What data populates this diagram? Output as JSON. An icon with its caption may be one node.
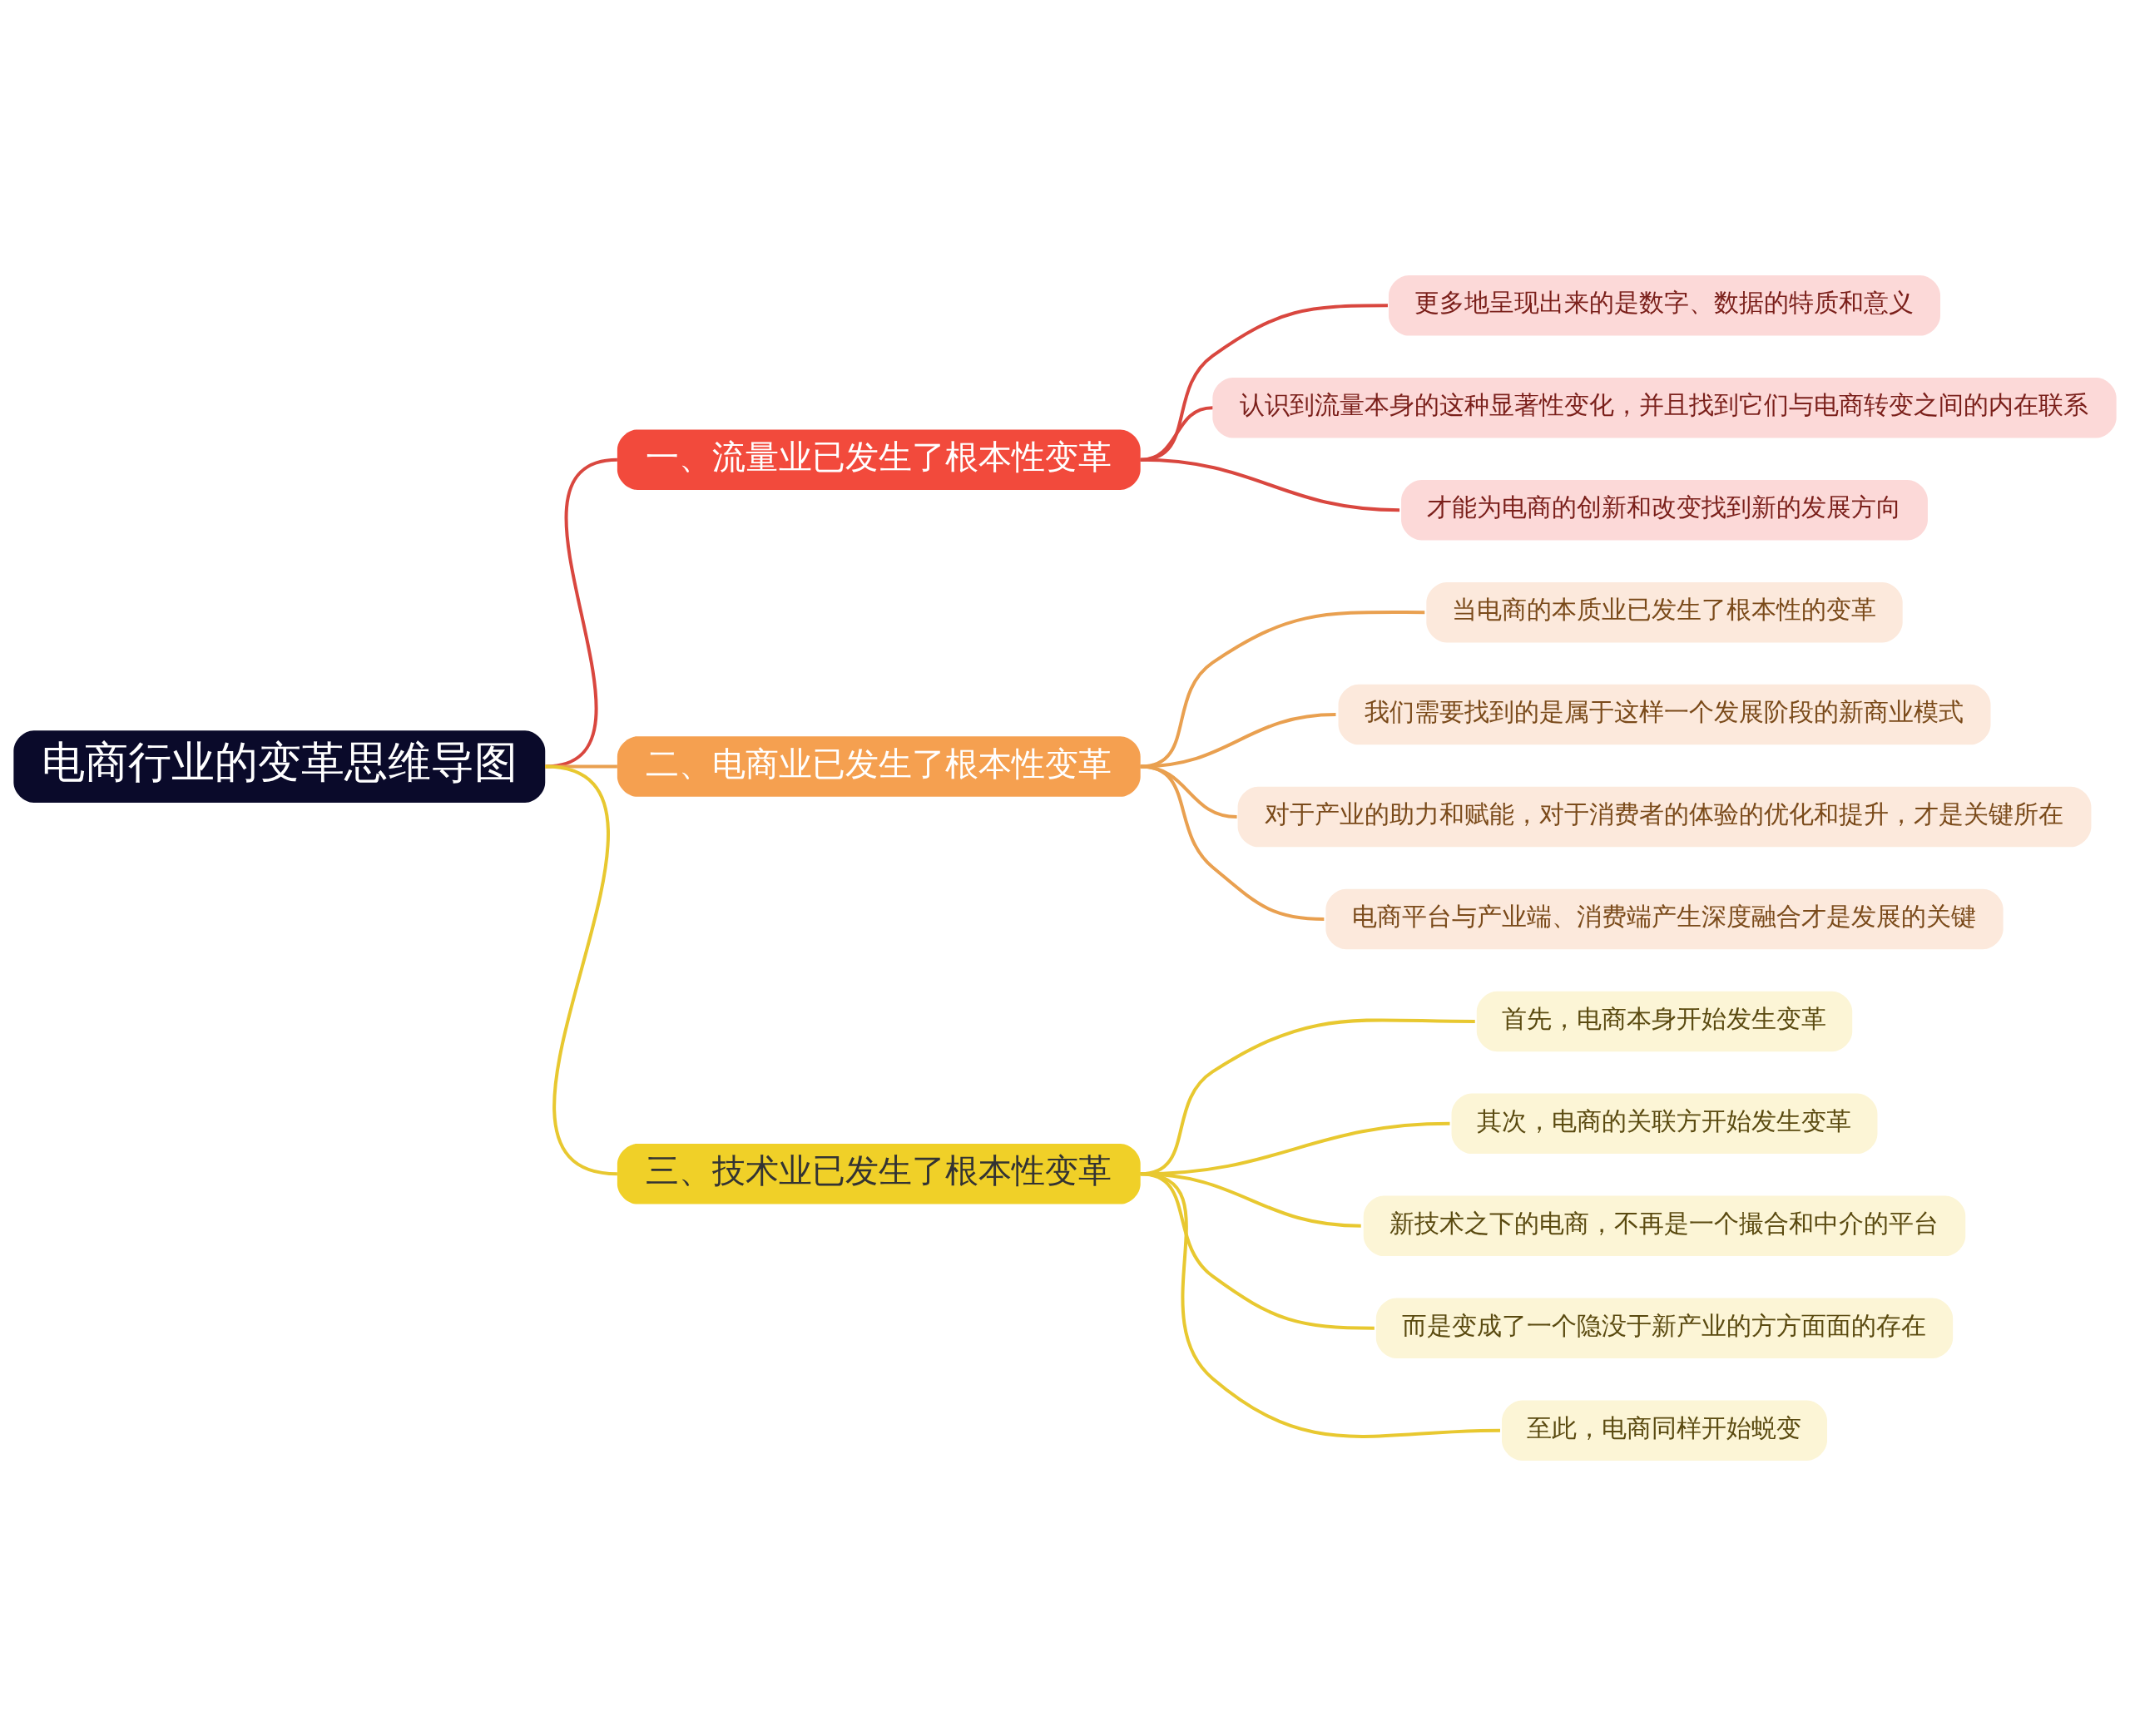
{
  "diagram": {
    "nodes": [
      {
        "text": [
          "电商行业的变革思维导图"
        ]
      },
      {
        "text": [
          "一、流量业已发生了根本性变革"
        ]
      },
      {
        "text": [
          "更多地呈现出来的是数字、数据的特质和意义"
        ]
      },
      {
        "text": [
          "认识到流量本身的这种显著性变化，并且找到它们与电商转变之间的内在联系"
        ]
      },
      {
        "text": [
          "才能为电商的创新和改变找到新的发展方向"
        ]
      },
      {
        "text": [
          "二、电商业已发生了根本性变革"
        ]
      },
      {
        "text": [
          "当电商的本质业已发生了根本性的变革"
        ]
      },
      {
        "text": [
          "我们需要找到的是属于这样一个发展阶段的新商业模式"
        ]
      },
      {
        "text": [
          "对于产业的助力和赋能，对于消费者的体验的优化和提升，才是关键所在"
        ]
      },
      {
        "text": [
          "电商平台与产业端、消费端产生深度融合才是发展的关键"
        ]
      },
      {
        "text": [
          "三、技术业已发生了根本性变革"
        ]
      },
      {
        "text": [
          "首先，电商本身开始发生变革"
        ]
      },
      {
        "text": [
          "其次，电商的关联方开始发生变革"
        ]
      },
      {
        "text": [
          "新技术之下的电商，不再是一个撮合和中介的平台"
        ]
      },
      {
        "text": [
          "而是变成了一个隐没于新产业的方方面面的存在"
        ]
      },
      {
        "text": [
          "至此，电商同样开始蜕变"
        ]
      }
    ],
    "edges": [
      {
        "from": 0,
        "to": 1,
        "arrow": "none",
        "color": "#d9473f"
      },
      {
        "from": 1,
        "to": 2,
        "arrow": "none",
        "color": "#d9473f"
      },
      {
        "from": 1,
        "to": 3,
        "arrow": "none",
        "color": "#d9473f"
      },
      {
        "from": 1,
        "to": 4,
        "arrow": "none",
        "color": "#d9473f"
      },
      {
        "from": 0,
        "to": 5,
        "arrow": "none",
        "color": "#e9a050"
      },
      {
        "from": 5,
        "to": 6,
        "arrow": "none",
        "color": "#e9a050"
      },
      {
        "from": 5,
        "to": 7,
        "arrow": "none",
        "color": "#e9a050"
      },
      {
        "from": 5,
        "to": 8,
        "arrow": "none",
        "color": "#e9a050"
      },
      {
        "from": 5,
        "to": 9,
        "arrow": "none",
        "color": "#e9a050"
      },
      {
        "from": 0,
        "to": 10,
        "arrow": "none"
      },
      {
        "from": 10,
        "to": 11,
        "arrow": "none"
      },
      {
        "from": 10,
        "to": 12,
        "arrow": "none"
      },
      {
        "from": 10,
        "to": 13,
        "arrow": "none"
      },
      {
        "from": 10,
        "to": 14,
        "arrow": "none"
      },
      {
        "from": 10,
        "to": 15,
        "arrow": "none"
      }
    ]
  }
}
